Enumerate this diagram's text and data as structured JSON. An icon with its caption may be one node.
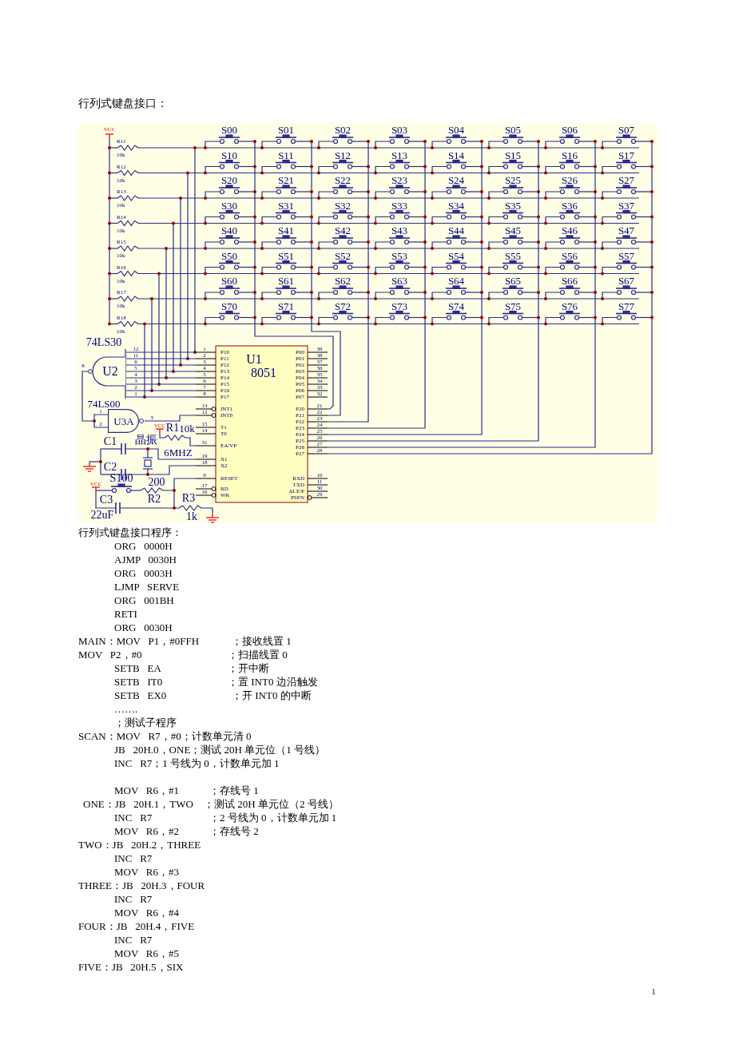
{
  "diagram": {
    "title": "行列式键盘接口：",
    "nodes": [
      {
        "text": [
          "U1",
          "8051",
          "P10",
          "P11",
          "P12",
          "P13",
          "P14",
          "P15",
          "P16",
          "P17",
          "INT1",
          "INT0",
          "T1",
          "T0",
          "EA/VP",
          "X1",
          "X2",
          "RESET",
          "RD",
          "WR",
          "P00",
          "P01",
          "P02",
          "P03",
          "P04",
          "P05",
          "P06",
          "P07",
          "P20",
          "P21",
          "P22",
          "P23",
          "P24",
          "P25",
          "P26",
          "P27",
          "RXD",
          "TXD",
          "ALE/P",
          "PSEN"
        ]
      },
      {
        "text": [
          "U2"
        ],
        "beside": [
          "74LS30"
        ]
      },
      {
        "text": [
          "U3A"
        ],
        "beside": [
          "74LS00"
        ]
      }
    ],
    "edges": [
      {
        "from": 1,
        "to": 0,
        "arrow": "none"
      },
      {
        "from": 1,
        "to": 0,
        "arrow": "none"
      },
      {
        "from": 1,
        "to": 0,
        "arrow": "none"
      },
      {
        "from": 1,
        "to": 0,
        "arrow": "none"
      },
      {
        "from": 1,
        "to": 0,
        "arrow": "none"
      },
      {
        "from": 1,
        "to": 0,
        "arrow": "none"
      },
      {
        "from": 1,
        "to": 0,
        "arrow": "none"
      },
      {
        "from": 1,
        "to": 0,
        "arrow": "none"
      },
      {
        "from": 1,
        "to": 2,
        "arrow": "none"
      },
      {
        "from": 2,
        "to": 0,
        "arrow": "none"
      }
    ],
    "labels": [
      "VCC",
      "R11",
      "10k",
      "R12",
      "10k",
      "R13",
      "10k",
      "R14",
      "10k",
      "R15",
      "10k",
      "R16",
      "10k",
      "R17",
      "10k",
      "R18",
      "10k",
      "S00",
      "S01",
      "S02",
      "S03",
      "S04",
      "S05",
      "S06",
      "S07",
      "S10",
      "S11",
      "S12",
      "S13",
      "S14",
      "S15",
      "S16",
      "S17",
      "S20",
      "S21",
      "S22",
      "S23",
      "S24",
      "S25",
      "S26",
      "S27",
      "S30",
      "S31",
      "S32",
      "S33",
      "S34",
      "S35",
      "S36",
      "S37",
      "S40",
      "S41",
      "S42",
      "S43",
      "S44",
      "S45",
      "S46",
      "S47",
      "S50",
      "S51",
      "S52",
      "S53",
      "S54",
      "S55",
      "S56",
      "S57",
      "S60",
      "S61",
      "S62",
      "S63",
      "S64",
      "S65",
      "S66",
      "S67",
      "S70",
      "S71",
      "S72",
      "S73",
      "S74",
      "S75",
      "S76",
      "S77",
      "12",
      "11",
      "6",
      "5",
      "4",
      "3",
      "2",
      "1",
      "8",
      "1",
      "2",
      "3",
      "1",
      "2",
      "3",
      "4",
      "5",
      "6",
      "7",
      "8",
      "13",
      "12",
      "15",
      "14",
      "31",
      "19",
      "18",
      "9",
      "17",
      "16",
      "39",
      "38",
      "37",
      "36",
      "35",
      "34",
      "33",
      "32",
      "21",
      "22",
      "23",
      "24",
      "25",
      "26",
      "27",
      "28",
      "10",
      "11",
      "30",
      "29",
      "VCC",
      "R1",
      "10k",
      "C1",
      "晶振",
      "6MHZ",
      "C2",
      "VCC",
      "S100",
      "200",
      "C3",
      "R2",
      "R3",
      "22uF",
      "1k",
      "行列式键盘接口程序：",
      "ORG   0000H",
      "AJMP   0030H",
      "ORG   0003H",
      "LJMP   SERVE",
      "ORG   001BH",
      "RETI",
      "ORG   0030H",
      "MAIN：MOV   P1，#0FFH",
      "；接收线置 1",
      "MOV   P2，#0",
      "；扫描线置 0",
      "SETB   EA",
      "；开中断",
      "SETB   IT0",
      "；置 INT0 边沿触发",
      "SETB   EX0",
      "；开 INT0 的中断",
      "…….",
      "；测试子程序",
      "SCAN：MOV   R7，#0；计数单元清 0",
      "JB   20H.0，ONE；测试 20H 单元位（1 号线）",
      "INC   R7；1 号线为 0，计数单元加 1",
      "MOV   R6，#1",
      "；存线号 1",
      "ONE：JB   20H.1，TWO",
      "；测试 20H 单元位（2 号线）",
      "INC   R7",
      "；2 号线为 0，计数单元加 1",
      "MOV   R6，#2",
      "；存线号 2",
      "TWO：JB   20H.2，THREE",
      "INC   R7",
      "MOV   R6，#3",
      "THREE：JB   20H.3，FOUR",
      "INC   R7",
      "MOV   R6，#4",
      "FOUR：JB   20H.4，FIVE",
      "INC   R7",
      "MOV   R6，#5",
      "FIVE：JB   20H.5，SIX",
      "1"
    ]
  }
}
